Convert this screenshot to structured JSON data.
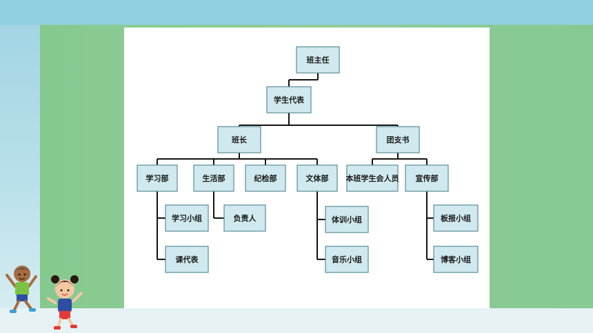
{
  "org_chart": {
    "nodes": [
      {
        "id": "banzhuren",
        "label": "班主任"
      },
      {
        "id": "xueshengdaibiao",
        "label": "学生代表"
      },
      {
        "id": "banzhang",
        "label": "班长"
      },
      {
        "id": "tuanzhishu",
        "label": "团支书"
      },
      {
        "id": "xuexibu",
        "label": "学习部"
      },
      {
        "id": "shenghuobu",
        "label": "生活部"
      },
      {
        "id": "jijianbu",
        "label": "纪检部"
      },
      {
        "id": "wentibu",
        "label": "文体部"
      },
      {
        "id": "benbanxueshenghui",
        "label": "本班学生会人员"
      },
      {
        "id": "xuanchuanbu",
        "label": "宣传部"
      },
      {
        "id": "xuexixiaozu",
        "label": "学习小组"
      },
      {
        "id": "kedaibiao",
        "label": "课代表"
      },
      {
        "id": "fuzeren",
        "label": "负责人"
      },
      {
        "id": "tixunxiaozu",
        "label": "体训小组"
      },
      {
        "id": "yinlexiaozu",
        "label": "音乐小组"
      },
      {
        "id": "banbaoxiaozu",
        "label": "板报小组"
      },
      {
        "id": "bokexiaozu",
        "label": "博客小组"
      }
    ],
    "edges": [
      [
        "banzhuren",
        "xueshengdaibiao"
      ],
      [
        "xueshengdaibiao",
        "banzhang"
      ],
      [
        "xueshengdaibiao",
        "tuanzhishu"
      ],
      [
        "banzhang",
        "xuexibu"
      ],
      [
        "banzhang",
        "shenghuobu"
      ],
      [
        "banzhang",
        "jijianbu"
      ],
      [
        "banzhang",
        "wentibu"
      ],
      [
        "tuanzhishu",
        "benbanxueshenghui"
      ],
      [
        "tuanzhishu",
        "xuanchuanbu"
      ],
      [
        "xuexibu",
        "xuexixiaozu"
      ],
      [
        "xuexibu",
        "kedaibiao"
      ],
      [
        "shenghuobu",
        "fuzeren"
      ],
      [
        "wentibu",
        "tixunxiaozu"
      ],
      [
        "wentibu",
        "yinlexiaozu"
      ],
      [
        "xuanchuanbu",
        "banbaoxiaozu"
      ],
      [
        "xuanchuanbu",
        "bokexiaozu"
      ]
    ]
  },
  "colors": {
    "node_fill": "#cfe9ee",
    "node_border": "#5a8c96",
    "connector": "#111111",
    "panel_green": "#86c98f",
    "sky_blue": "#9fd3e3"
  },
  "decorations": {
    "illustration": "two-cartoon-kids-jumping"
  }
}
